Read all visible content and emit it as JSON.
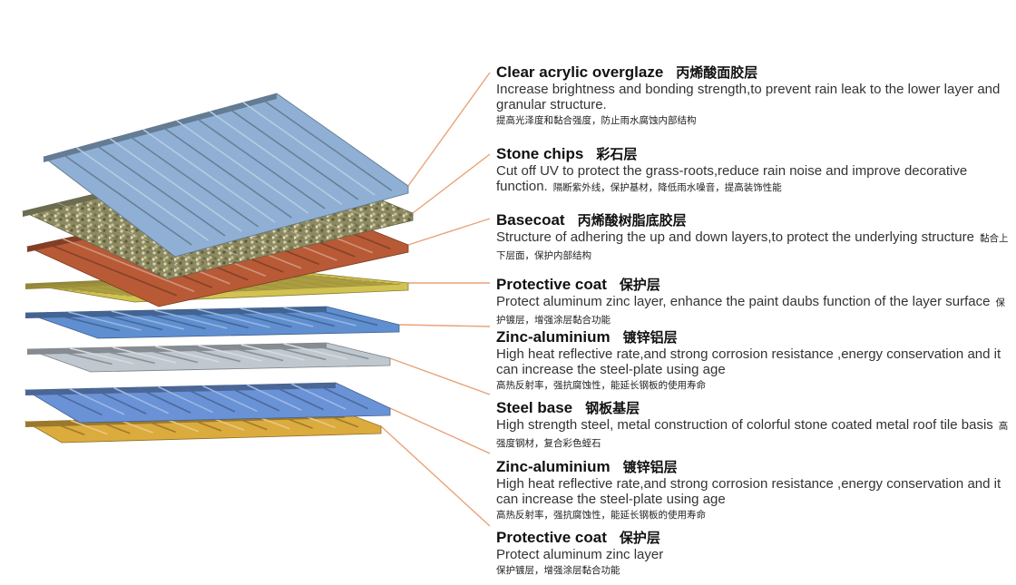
{
  "layers": [
    {
      "title": "Clear acrylic overglaze",
      "title_cn": "丙烯酸面胶层",
      "desc": "Increase brightness and bonding strength,to prevent rain leak to the lower layer and granular structure.",
      "desc_cn": "提高光泽度和黏合强度，防止雨水腐蚀内部结构",
      "cn_inline": false,
      "color": "#8fb0d4"
    },
    {
      "title": "Stone chips",
      "title_cn": "彩石层",
      "desc": "Cut off UV to protect the grass-roots,reduce rain noise and improve decorative function.",
      "desc_cn": "隔断紫外线，保护基材，降低雨水噪音，提高装饰性能",
      "cn_inline": true,
      "color": "#9c9a72"
    },
    {
      "title": "Basecoat",
      "title_cn": "丙烯酸树脂底胶层",
      "desc": "Structure of adhering the up and down layers,to protect the underlying structure",
      "desc_cn": "黏合上下层面，保护内部结构",
      "cn_inline": true,
      "color": "#b85a36"
    },
    {
      "title": "Protective coat",
      "title_cn": "保护层",
      "desc": "Protect aluminum zinc layer, enhance the paint daubs function of the layer surface",
      "desc_cn": "保护镀层，增强涂层黏合功能",
      "cn_inline": true,
      "color": "#d2c251"
    },
    {
      "title": "Zinc-aluminium",
      "title_cn": "镀锌铝层",
      "desc": "High heat reflective rate,and strong corrosion resistance ,energy conservation and it can increase the steel-plate using age",
      "desc_cn": "高热反射率，强抗腐蚀性，能延长钢板的使用寿命",
      "cn_inline": false,
      "color": "#5f8fd0"
    },
    {
      "title": "Steel base",
      "title_cn": "钢板基层",
      "desc": "High strength steel, metal construction of colorful stone coated metal roof tile basis",
      "desc_cn": "高强度钢材，复合彩色蛭石",
      "cn_inline": true,
      "color": "#bfc7cf"
    },
    {
      "title": "Zinc-aluminium",
      "title_cn": "镀锌铝层",
      "desc": "High heat reflective rate,and strong corrosion resistance ,energy conservation and it can increase the steel-plate using age",
      "desc_cn": "高热反射率，强抗腐蚀性，能延长钢板的使用寿命",
      "cn_inline": false,
      "color": "#6a92d6"
    },
    {
      "title": "Protective coat",
      "title_cn": "保护层",
      "desc": "Protect aluminum zinc layer",
      "desc_cn": "保护镀层，增强涂层黏合功能",
      "cn_inline": false,
      "color": "#dcab3e"
    }
  ],
  "line_color": "#e8a377"
}
